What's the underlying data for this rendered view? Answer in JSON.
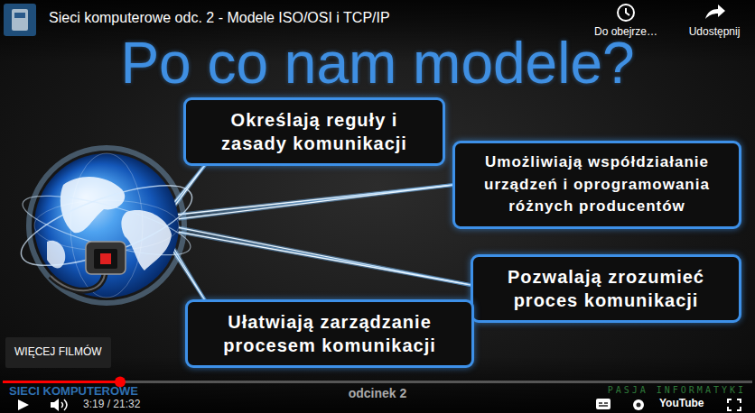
{
  "diagram": {
    "title": "Po co nam modele?",
    "nodes": [
      {
        "text": [
          "Określają reguły i zasady komunikacji"
        ]
      },
      {
        "text": [
          "Umożliwiają współdziałanie urządzeń i oprogramowania różnych producentów"
        ]
      },
      {
        "text": [
          "Pozwalają zrozumieć proces komunikacji"
        ]
      },
      {
        "text": [
          "Ułatwiają zarządzanie procesem komunikacji"
        ]
      },
      {
        "text": [
          "WIĘCEJ FILMÓW"
        ]
      }
    ],
    "labels": [
      "Sieci komputerowe odc. 2 - Modele ISO/OSI i TCP/IP",
      "Do obejrze…",
      "Udostępnij",
      "SIECI KOMPUTEROWE",
      "odcinek 2",
      "PASJA INFORMATYKI",
      "3:19 / 21:32",
      "YouTube"
    ]
  }
}
